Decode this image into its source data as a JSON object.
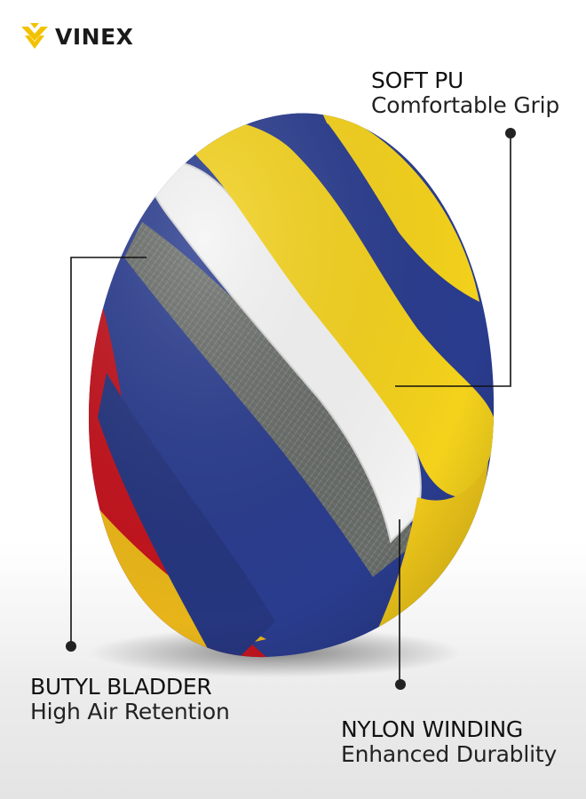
{
  "brand": {
    "name": "VINEX",
    "color": "#f2c200"
  },
  "callouts": {
    "soft_pu": {
      "title": "SOFT PU",
      "subtitle": "Comfortable Grip"
    },
    "butyl": {
      "title": "BUTYL BLADDER",
      "subtitle": "High Air Retention"
    },
    "nylon": {
      "title": "NYLON WINDING",
      "subtitle": "Enhanced Durablity"
    }
  },
  "colors": {
    "yellow": "#f4d21c",
    "blue": "#2a3c8e",
    "red": "#c2141e",
    "white_layer": "#f4f4f4",
    "grey_layer": "#6a6e6a"
  }
}
